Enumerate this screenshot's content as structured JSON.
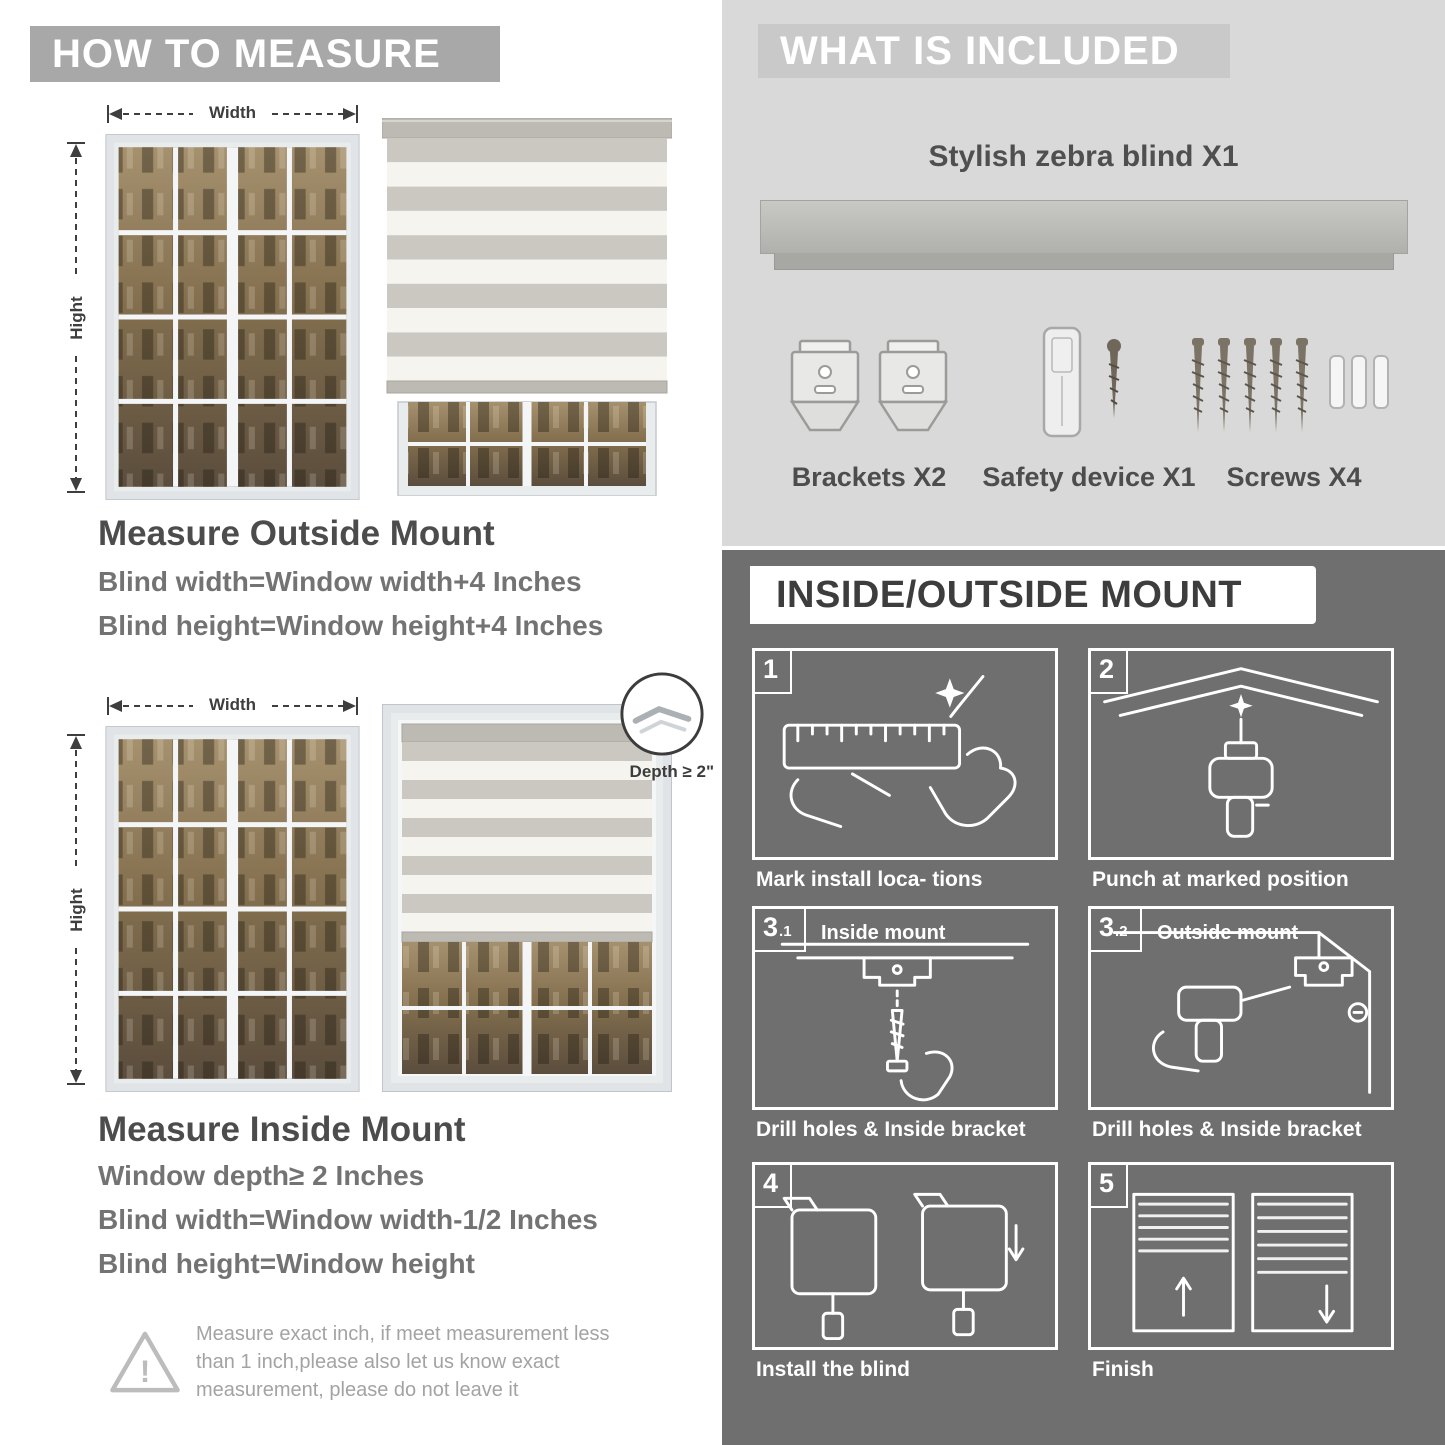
{
  "colors": {
    "header_gray": "#a8a8a8",
    "included_bg": "#d9d9d9",
    "included_band": "#c9c9c9",
    "mount_bg": "#6f6f6f",
    "title_text": "#4c4c4c",
    "body_text": "#737373",
    "note_text": "#a3a3a3"
  },
  "left": {
    "header": "HOW TO MEASURE",
    "labels": {
      "width": "Width",
      "height": "Hight",
      "depth": "Depth ≥ 2\""
    },
    "outside": {
      "title": "Measure Outside Mount",
      "lines": [
        "Blind width=Window width+4 Inches",
        "Blind height=Window height+4 Inches"
      ]
    },
    "inside": {
      "title": "Measure Inside Mount",
      "lines": [
        "Window depth≥ 2 Inches",
        "Blind width=Window width-1/2 Inches",
        "Blind height=Window height"
      ]
    },
    "warning_icon": "!",
    "note": "Measure exact inch, if meet measurement less than 1 inch,please also let us know exact measurement, please do not leave it"
  },
  "right": {
    "included": {
      "header": "WHAT IS INCLUDED",
      "blind_label": "Stylish zebra blind X1",
      "items": [
        {
          "label": "Brackets X2"
        },
        {
          "label": "Safety device X1"
        },
        {
          "label": "Screws X4"
        }
      ]
    },
    "mount": {
      "header": "INSIDE/OUTSIDE MOUNT",
      "steps": [
        {
          "num": "1",
          "caption": "Mark install loca- tions"
        },
        {
          "num": "2",
          "caption": "Punch at  marked position"
        },
        {
          "num": "3",
          "sub": ".1",
          "title": "Inside mount",
          "caption": "Drill holes &  Inside bracket"
        },
        {
          "num": "3",
          "sub": ".2",
          "title": "Outside mount",
          "caption": "Drill holes &  Inside bracket"
        },
        {
          "num": "4",
          "caption": "Install the blind"
        },
        {
          "num": "5",
          "caption": "Finish"
        }
      ]
    }
  }
}
